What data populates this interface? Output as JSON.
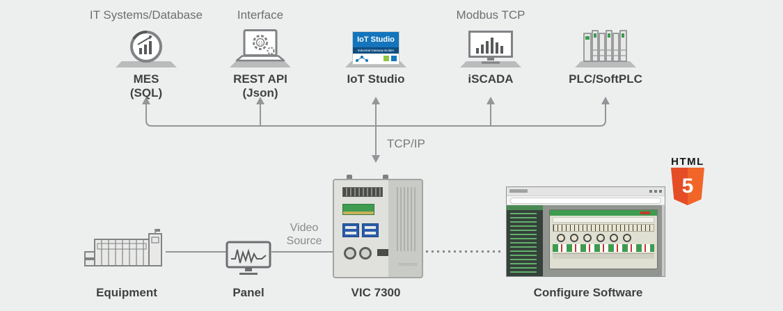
{
  "top_row": {
    "it_systems": "IT Systems/Database",
    "interface": "Interface",
    "modbus_tcp": "Modbus TCP"
  },
  "upper_nodes": {
    "mes": {
      "line1": "MES",
      "line2": "(SQL)"
    },
    "rest_api": {
      "line1": "REST API",
      "line2": "(Json)",
      "gear_glyph": "{:}"
    },
    "iot_studio": {
      "label": "IoT Studio",
      "logo_title": "IoT Studio",
      "logo_subtitle": "Industrial Gateway Builder"
    },
    "iscada": {
      "label": "iSCADA"
    },
    "plc": {
      "label": "PLC/SoftPLC"
    }
  },
  "connections": {
    "tcp_ip": "TCP/IP",
    "video_line1": "Video",
    "video_line2": "Source"
  },
  "lower_nodes": {
    "equipment": {
      "label": "Equipment"
    },
    "panel": {
      "label": "Panel"
    },
    "vic": {
      "label": "VIC 7300",
      "brand": "nexcom"
    },
    "software": {
      "label": "Configure Software"
    }
  },
  "html5_badge": {
    "word": "HTML",
    "digit": "5"
  },
  "colors": {
    "background": "#edefee",
    "label_gray": "#6d6e71",
    "label_dark": "#414042",
    "connector": "#939598",
    "iot_blue": "#1475bc",
    "green": "#3f9b4f",
    "usb_blue": "#2a5caa",
    "html5_orange": "#e44d26",
    "html5_orange_light": "#f16529"
  }
}
